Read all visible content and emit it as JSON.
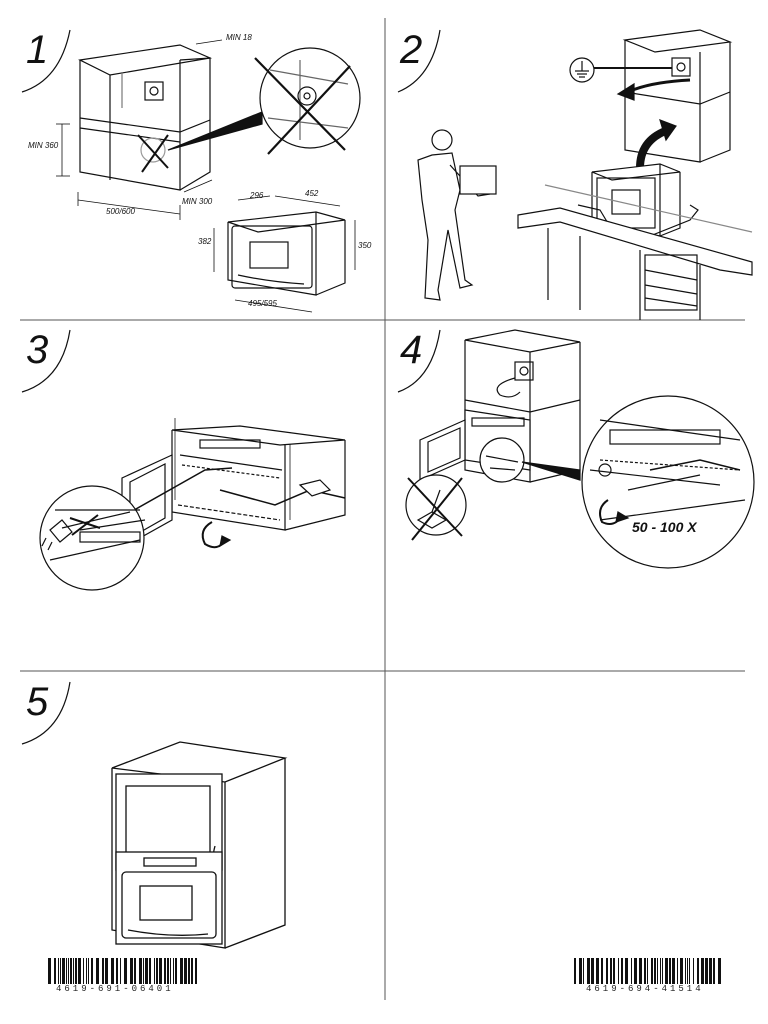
{
  "steps": [
    {
      "number": "1"
    },
    {
      "number": "2"
    },
    {
      "number": "3"
    },
    {
      "number": "4"
    },
    {
      "number": "5"
    }
  ],
  "step1": {
    "min_18": "MIN 18",
    "min_360": "MIN 360",
    "width_500_600": "500/600",
    "min_300": "MIN 300",
    "d296": "296",
    "d452": "452",
    "d382": "382",
    "d350": "350",
    "d495_595": "495/595"
  },
  "step4": {
    "screw_count": "50 - 100 X"
  },
  "barcodes": [
    {
      "code": "4619-691-06401"
    },
    {
      "code": "4619-694-41514"
    }
  ]
}
